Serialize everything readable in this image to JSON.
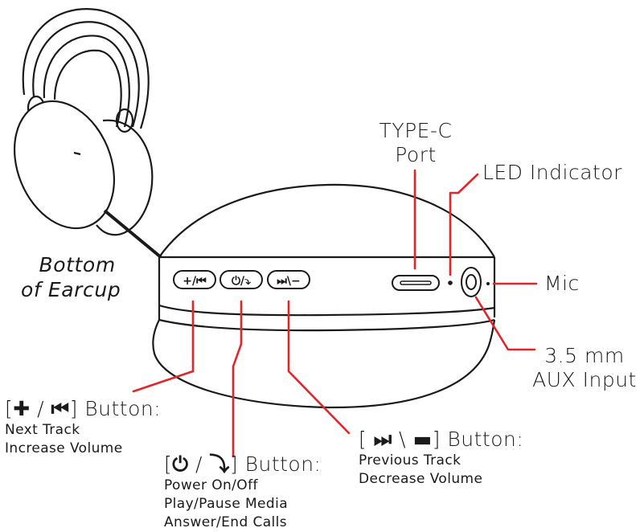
{
  "earcup_caption": {
    "line1": "Bottom",
    "line2": "of Earcup"
  },
  "ports": {
    "typec": {
      "line1": "TYPE-C",
      "line2": "Port"
    },
    "led": "LED Indicator",
    "mic": "Mic",
    "aux": {
      "line1": "3.5 mm",
      "line2": "AUX Input"
    }
  },
  "buttons": {
    "next": {
      "open": "[",
      "icon_a": "✚",
      "sep": " / ",
      "icon_b": "⏮",
      "close": "]",
      "word": " Button:",
      "desc": [
        "Next Track",
        "Increase Volume"
      ]
    },
    "power": {
      "open": "[",
      "icon_a": "⏻",
      "sep": " / ",
      "icon_b": "⤵",
      "close": "]",
      "word": " Button:",
      "desc": [
        "Power On/Off",
        "Play/Pause Media",
        "Answer/End Calls"
      ]
    },
    "prev": {
      "open": "[ ",
      "icon_a": "⏭",
      "sep": " \\ ",
      "icon_b": "▬",
      "close": "]",
      "word": " Button:",
      "desc": [
        "Previous Track",
        "Decrease Volume"
      ]
    }
  },
  "colors": {
    "leader": "#e0262b",
    "outline": "#1a1a1a",
    "background": "#ffffff"
  }
}
